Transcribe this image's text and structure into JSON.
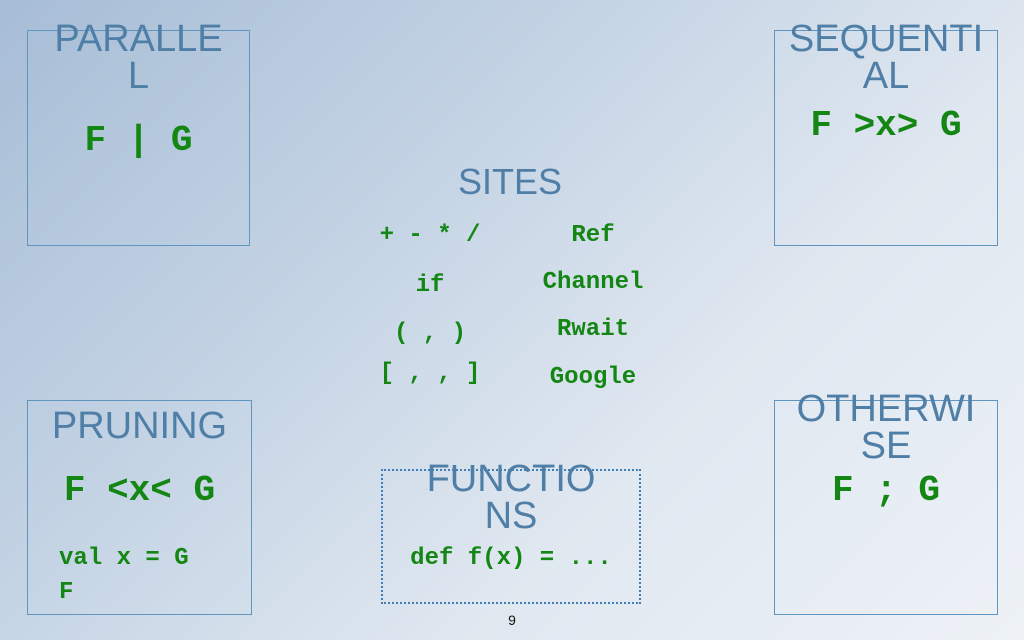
{
  "parallel": {
    "title_line1": "PARALLE",
    "title_line2": "L",
    "code": "F | G"
  },
  "sequential": {
    "title_line1": "SEQUENTI",
    "title_line2": "AL",
    "code": "F >x> G"
  },
  "sites": {
    "title": "SITES",
    "left": [
      "+ - * /",
      "if",
      "( , )",
      "[ , , ]"
    ],
    "right": [
      "Ref",
      "Channel",
      "Rwait",
      "Google"
    ]
  },
  "pruning": {
    "title": "PRUNING",
    "code": "F <x< G",
    "example_line1": "val x = G",
    "example_line2": "F"
  },
  "otherwise": {
    "title_line1": "OTHERWI",
    "title_line2": "SE",
    "code": "F ; G"
  },
  "functions": {
    "title_line1": "FUNCTIO",
    "title_line2": "NS",
    "code": "def f(x) = ..."
  },
  "page_number": "9",
  "colors": {
    "title_blue": "#4f7ea6",
    "code_green": "#138613",
    "box_border": "#5f95bf"
  }
}
